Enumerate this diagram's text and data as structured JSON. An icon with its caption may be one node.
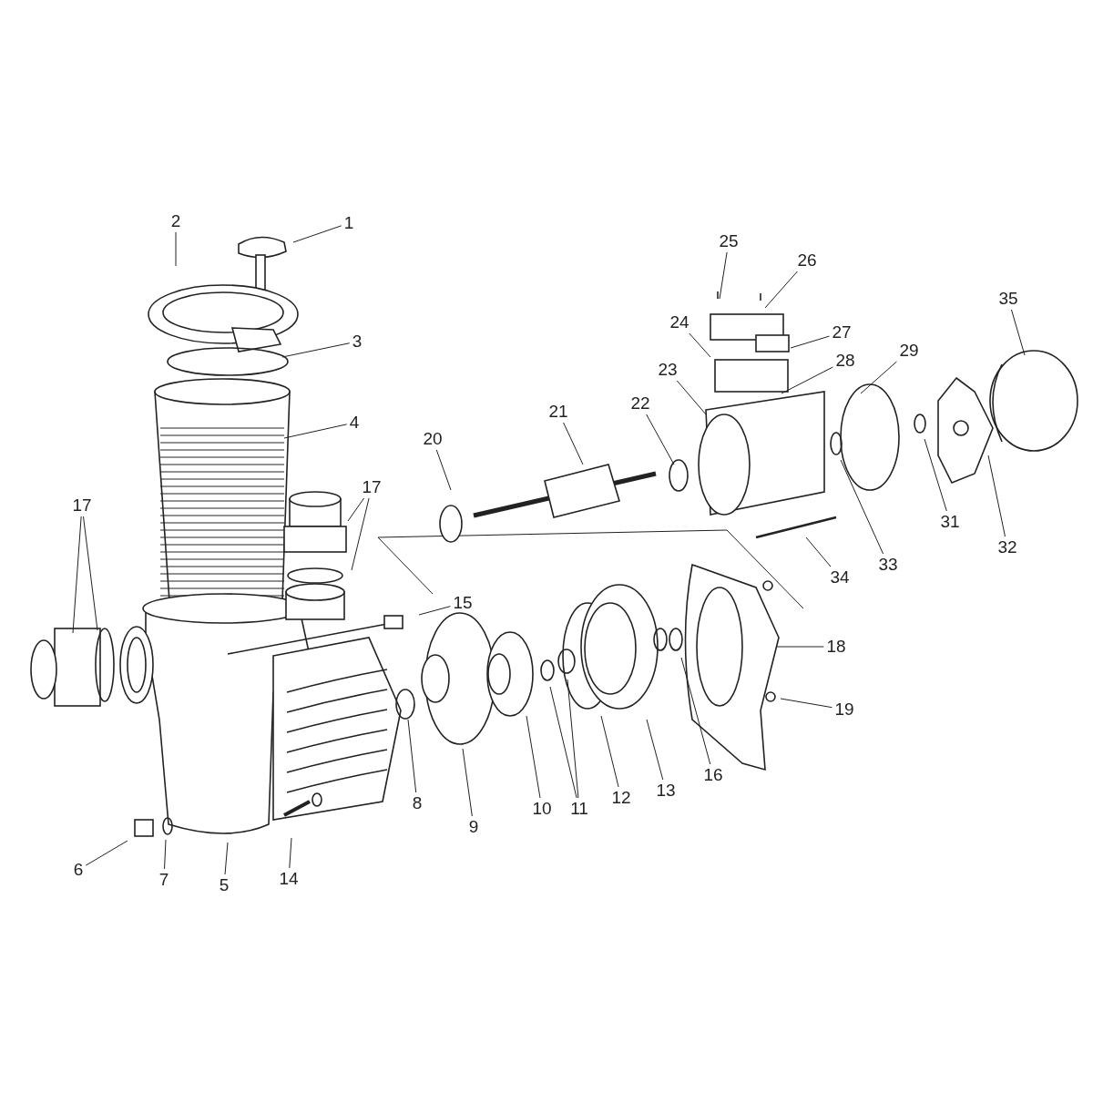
{
  "diagram": {
    "nodes": [
      {
        "text": [
          "1"
        ]
      },
      {
        "text": [
          "2"
        ]
      },
      {
        "text": [
          "3"
        ]
      },
      {
        "text": [
          "4"
        ]
      },
      {
        "text": [
          "5"
        ]
      },
      {
        "text": [
          "6"
        ]
      },
      {
        "text": [
          "7"
        ]
      },
      {
        "text": [
          "8"
        ]
      },
      {
        "text": [
          "9"
        ]
      },
      {
        "text": [
          "10"
        ]
      },
      {
        "text": [
          "11"
        ]
      },
      {
        "text": [
          "12"
        ]
      },
      {
        "text": [
          "13"
        ]
      },
      {
        "text": [
          "14"
        ]
      },
      {
        "text": [
          "15"
        ]
      },
      {
        "text": [
          "16"
        ]
      },
      {
        "text": [
          "17"
        ]
      },
      {
        "text": [
          "17"
        ]
      },
      {
        "text": [
          "18"
        ]
      },
      {
        "text": [
          "19"
        ]
      },
      {
        "text": [
          "20"
        ]
      },
      {
        "text": [
          "21"
        ]
      },
      {
        "text": [
          "22"
        ]
      },
      {
        "text": [
          "23"
        ]
      },
      {
        "text": [
          "24"
        ]
      },
      {
        "text": [
          "25"
        ]
      },
      {
        "text": [
          "26"
        ]
      },
      {
        "text": [
          "27"
        ]
      },
      {
        "text": [
          "28"
        ]
      },
      {
        "text": [
          "29"
        ]
      },
      {
        "text": [
          "31"
        ]
      },
      {
        "text": [
          "32"
        ]
      },
      {
        "text": [
          "33"
        ]
      },
      {
        "text": [
          "34"
        ]
      },
      {
        "text": [
          "35"
        ]
      }
    ],
    "edges": [
      {
        "from": 0,
        "to": null,
        "arrow": "none"
      },
      {
        "from": 1,
        "to": null,
        "arrow": "none"
      },
      {
        "from": 2,
        "to": null,
        "arrow": "none"
      },
      {
        "from": 3,
        "to": null,
        "arrow": "none"
      },
      {
        "from": 4,
        "to": null,
        "arrow": "none"
      },
      {
        "from": 5,
        "to": null,
        "arrow": "none"
      },
      {
        "from": 6,
        "to": null,
        "arrow": "none"
      },
      {
        "from": 7,
        "to": null,
        "arrow": "none"
      },
      {
        "from": 8,
        "to": null,
        "arrow": "none"
      },
      {
        "from": 9,
        "to": null,
        "arrow": "none"
      },
      {
        "from": 10,
        "to": null,
        "arrow": "none"
      },
      {
        "from": 10,
        "to": null,
        "arrow": "none"
      },
      {
        "from": 11,
        "to": null,
        "arrow": "none"
      },
      {
        "from": 12,
        "to": null,
        "arrow": "none"
      },
      {
        "from": 13,
        "to": null,
        "arrow": "none"
      },
      {
        "from": 14,
        "to": null,
        "arrow": "none"
      },
      {
        "from": 15,
        "to": null,
        "arrow": "none"
      },
      {
        "from": 16,
        "to": null,
        "arrow": "none"
      },
      {
        "from": 16,
        "to": null,
        "arrow": "none"
      },
      {
        "from": 17,
        "to": null,
        "arrow": "none"
      },
      {
        "from": 17,
        "to": null,
        "arrow": "none"
      },
      {
        "from": 18,
        "to": null,
        "arrow": "none"
      },
      {
        "from": 19,
        "to": null,
        "arrow": "none"
      },
      {
        "from": 20,
        "to": null,
        "arrow": "none"
      },
      {
        "from": 21,
        "to": null,
        "arrow": "none"
      },
      {
        "from": 22,
        "to": null,
        "arrow": "none"
      },
      {
        "from": 23,
        "to": null,
        "arrow": "none"
      },
      {
        "from": 24,
        "to": null,
        "arrow": "none"
      },
      {
        "from": 25,
        "to": null,
        "arrow": "none"
      },
      {
        "from": 26,
        "to": null,
        "arrow": "none"
      },
      {
        "from": 27,
        "to": null,
        "arrow": "none"
      },
      {
        "from": 28,
        "to": null,
        "arrow": "none"
      },
      {
        "from": 29,
        "to": null,
        "arrow": "none"
      },
      {
        "from": 30,
        "to": null,
        "arrow": "none"
      },
      {
        "from": 31,
        "to": null,
        "arrow": "none"
      },
      {
        "from": 32,
        "to": null,
        "arrow": "none"
      },
      {
        "from": 33,
        "to": null,
        "arrow": "none"
      },
      {
        "from": 34,
        "to": null,
        "arrow": "none"
      }
    ]
  }
}
